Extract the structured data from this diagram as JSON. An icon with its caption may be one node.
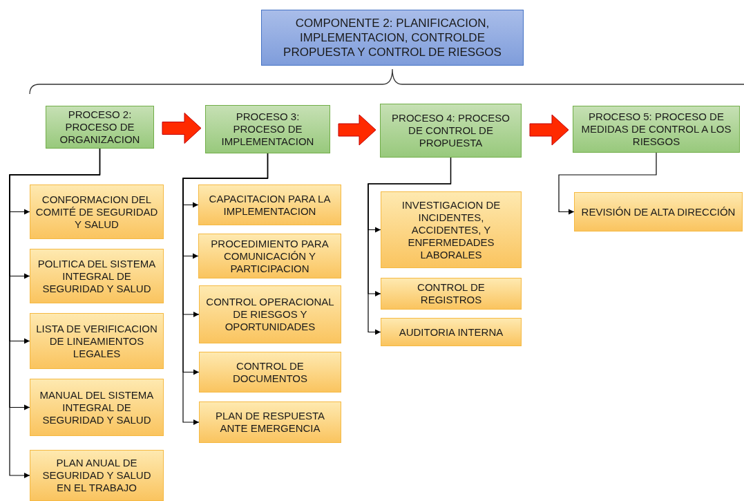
{
  "diagram": {
    "nodes": [
      {
        "text": [
          "COMPONENTE 2: PLANIFICACION, IMPLEMENTACION, CONTROLDE PROPUESTA Y CONTROL DE RIESGOS"
        ]
      },
      {
        "text": [
          "PROCESO 2: PROCESO DE ORGANIZACION"
        ]
      },
      {
        "text": [
          "PROCESO 3: PROCESO DE IMPLEMENTACION"
        ]
      },
      {
        "text": [
          "PROCESO 4: PROCESO DE CONTROL DE PROPUESTA"
        ]
      },
      {
        "text": [
          "PROCESO 5: PROCESO DE MEDIDAS DE CONTROL A LOS RIESGOS"
        ]
      },
      {
        "text": [
          "CONFORMACION DEL COMITÉ DE SEGURIDAD Y SALUD"
        ]
      },
      {
        "text": [
          "POLITICA DEL SISTEMA INTEGRAL DE SEGURIDAD Y SALUD"
        ]
      },
      {
        "text": [
          "LISTA DE VERIFICACION DE LINEAMIENTOS LEGALES"
        ]
      },
      {
        "text": [
          "MANUAL DEL SISTEMA INTEGRAL DE SEGURIDAD Y SALUD"
        ]
      },
      {
        "text": [
          "PLAN ANUAL DE SEGURIDAD Y SALUD EN EL TRABAJO"
        ]
      },
      {
        "text": [
          "CAPACITACION PARA LA IMPLEMENTACION"
        ]
      },
      {
        "text": [
          "PROCEDIMIENTO PARA COMUNICACIÓN Y PARTICIPACION"
        ]
      },
      {
        "text": [
          "CONTROL OPERACIONAL DE RIESGOS Y OPORTUNIDADES"
        ]
      },
      {
        "text": [
          "CONTROL DE DOCUMENTOS"
        ]
      },
      {
        "text": [
          "PLAN DE RESPUESTA ANTE EMERGENCIA"
        ]
      },
      {
        "text": [
          "INVESTIGACION DE INCIDENTES, ACCIDENTES, Y ENFERMEDADES LABORALES"
        ]
      },
      {
        "text": [
          "CONTROL DE REGISTROS"
        ]
      },
      {
        "text": [
          "AUDITORIA INTERNA"
        ]
      },
      {
        "text": [
          "REVISIÓN DE ALTA DIRECCIÓN"
        ]
      }
    ],
    "edges": [
      {
        "from": 1,
        "to": 2,
        "arrow": "to",
        "style": "thick",
        "color": "#ff2a00"
      },
      {
        "from": 2,
        "to": 3,
        "arrow": "to",
        "style": "thick",
        "color": "#ff2a00"
      },
      {
        "from": 3,
        "to": 4,
        "arrow": "to",
        "style": "thick",
        "color": "#ff2a00"
      },
      {
        "from": 1,
        "to": 5,
        "arrow": "to"
      },
      {
        "from": 1,
        "to": 6,
        "arrow": "to"
      },
      {
        "from": 1,
        "to": 7,
        "arrow": "to"
      },
      {
        "from": 1,
        "to": 8,
        "arrow": "to"
      },
      {
        "from": 1,
        "to": 9,
        "arrow": "to"
      },
      {
        "from": 2,
        "to": 10,
        "arrow": "to"
      },
      {
        "from": 2,
        "to": 11,
        "arrow": "to"
      },
      {
        "from": 2,
        "to": 12,
        "arrow": "to"
      },
      {
        "from": 2,
        "to": 13,
        "arrow": "to"
      },
      {
        "from": 2,
        "to": 14,
        "arrow": "to"
      },
      {
        "from": 3,
        "to": 15,
        "arrow": "to"
      },
      {
        "from": 3,
        "to": 16,
        "arrow": "to"
      },
      {
        "from": 3,
        "to": 17,
        "arrow": "to"
      },
      {
        "from": 4,
        "to": 18,
        "arrow": "to"
      }
    ]
  }
}
